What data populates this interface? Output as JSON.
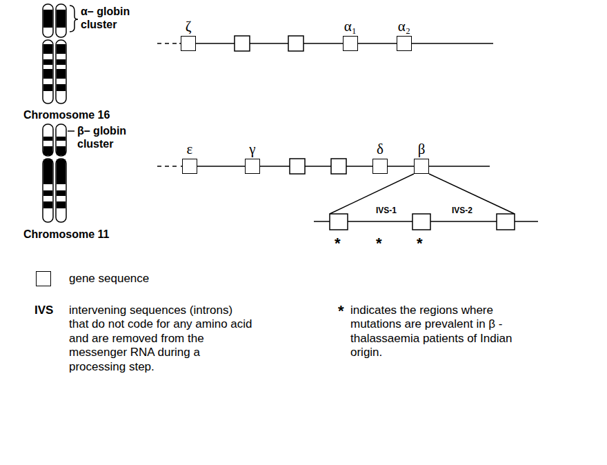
{
  "diagram": {
    "nodes": [
      {
        "text": [
          "ζ"
        ]
      },
      {
        "text": [
          "α₁"
        ]
      },
      {
        "text": [
          "α₂"
        ]
      },
      {
        "text": [
          "ε"
        ]
      },
      {
        "text": [
          "γ"
        ]
      },
      {
        "text": [
          "δ"
        ]
      },
      {
        "text": [
          "β"
        ]
      }
    ],
    "labels": [
      "α– globin cluster",
      "Chromosome 16",
      "β– globin cluster",
      "Chromosome 11",
      "IVS-1",
      "IVS-2",
      "*",
      "*",
      "*",
      "IVS",
      "intervening sequences (introns) that do not code for any amino acid and are removed from the messenger RNA during a processing step.",
      "*",
      "indicates the regions where mutations are prevalent in β - thalassaemia patients of Indian origin."
    ],
    "legend": [
      {
        "text": "gene sequence"
      }
    ]
  }
}
